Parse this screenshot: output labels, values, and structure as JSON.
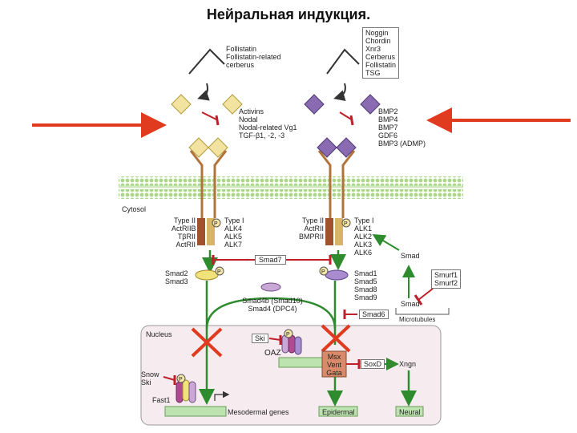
{
  "title": "Нейральная индукция.",
  "antagonists_left": [
    "Follistatin",
    "Follistatin-related",
    "cerberus"
  ],
  "antagonists_right": [
    "Noggin",
    "Chordin",
    "Xnr3",
    "Cerberus",
    "Follistatin",
    "TSG"
  ],
  "ligands_left": [
    "Activins",
    "Nodal",
    "Nodal-related Vg1",
    "TGF-β1, -2, -3"
  ],
  "ligands_right": [
    "BMP2",
    "BMP4",
    "BMP7",
    "GDF6",
    "BMP3 (ADMP)"
  ],
  "cytosol_label": "Cytosol",
  "nucleus_label": "Nucleus",
  "receptors_left": {
    "type2_header": "Type II",
    "type2": [
      "ActRIIB",
      "TβRII",
      "ActRII"
    ],
    "type1_header": "Type I",
    "type1": [
      "ALK4",
      "ALK5",
      "ALK7"
    ]
  },
  "receptors_right": {
    "type2_header": "Type II",
    "type2": [
      "ActRII",
      "BMPRII"
    ],
    "type1_header": "Type I",
    "type1": [
      "ALK1",
      "ALK2",
      "ALK3",
      "ALK6"
    ]
  },
  "phospho": "P",
  "smad7": "Smad7",
  "smads_left": [
    "Smad2",
    "Smad3"
  ],
  "smads_right": [
    "Smad1",
    "Smad5",
    "Smad8",
    "Smad9"
  ],
  "co_smad": [
    "Smad4b (Smad10)",
    "Smad4 (DPC4)"
  ],
  "smad6": "Smad6",
  "smurf_right": [
    "Smurf1",
    "Smurf2"
  ],
  "smad_box": "Smad",
  "smad_lower": "Smad",
  "microtubules": "Microtubules",
  "ski": "Ski",
  "oaz": "OAZ",
  "snow_ski": [
    "Snow",
    "Ski"
  ],
  "fast1": "Fast1",
  "tfs": [
    "Msx",
    "Vent",
    "Gata"
  ],
  "soxd": "SoxD",
  "xngn": "Xngn",
  "genes": {
    "mesoderm": "Mesodermal genes",
    "epidermal": "Epidermal",
    "neural": "Neural"
  },
  "colors": {
    "arrow_red": "#e03a1f",
    "green": "#2e8b2e",
    "inhibit": "#c0202a",
    "gene_fill": "#bde3b0",
    "tf_fill": "#d98a6a",
    "nucleus_fill": "#f6ecef",
    "ligand_yellow": "#f2e3a0",
    "ligand_purple": "#8a6ab0"
  }
}
